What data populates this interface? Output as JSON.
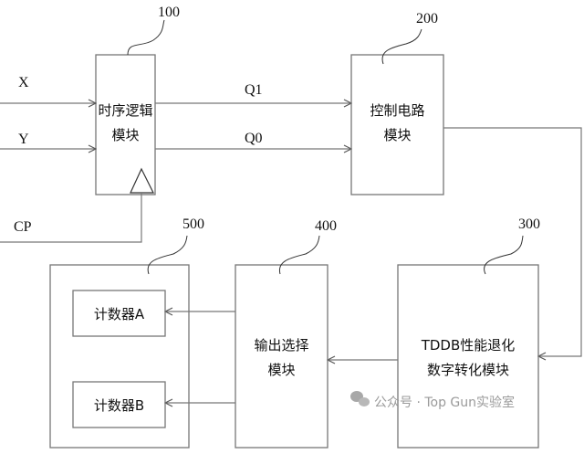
{
  "modules": {
    "m100": {
      "ref": "100",
      "line1": "时序逻辑",
      "line2": "模块"
    },
    "m200": {
      "ref": "200",
      "line1": "控制电路",
      "line2": "模块"
    },
    "m300": {
      "ref": "300",
      "line1": "TDDB性能退化",
      "line2": "数字转化模块"
    },
    "m400": {
      "ref": "400",
      "line1": "输出选择",
      "line2": "模块"
    },
    "m500": {
      "ref": "500",
      "counter_a": "计数器A",
      "counter_b": "计数器B"
    }
  },
  "signals": {
    "x": "X",
    "y": "Y",
    "cp": "CP",
    "q1": "Q1",
    "q0": "Q0"
  },
  "watermark": "公众号 · Top Gun实验室"
}
